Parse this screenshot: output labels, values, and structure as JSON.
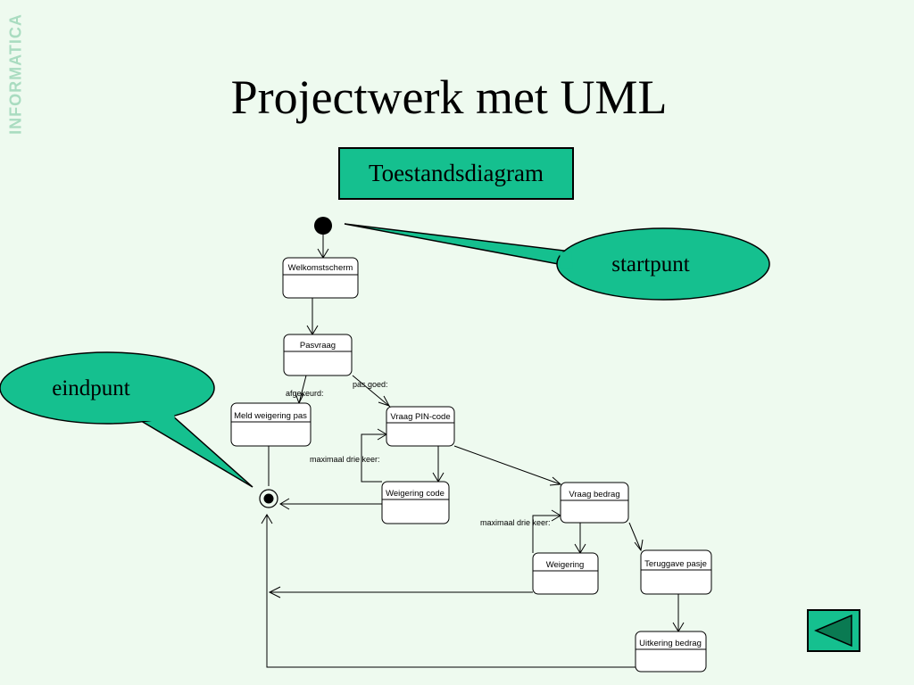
{
  "side_label": "INFORMATICA",
  "title": "Projectwerk met UML",
  "subtitle": "Toestandsdiagram",
  "callouts": {
    "start": "startpunt",
    "end": "eindpunt"
  },
  "states": {
    "welkom": "Welkomstscherm",
    "pasvraag": "Pasvraag",
    "meld": "Meld weigering pas",
    "pin": "Vraag PIN-code",
    "weigcode": "Weigering code",
    "bedrag": "Vraag bedrag",
    "weigering": "Weigering",
    "terug": "Teruggave pasje",
    "uitkering": "Uitkering bedrag"
  },
  "guards": {
    "afgekeurd": "afgekeurd:",
    "pasgoed": "pas goed:",
    "max1": "maximaal drie keer:",
    "max2": "maximaal drie keer:"
  },
  "colors": {
    "background": "#eefaef",
    "accent": "#15c08f",
    "side_label": "#a9dcc0",
    "nav_arrow": "#0a7a52"
  },
  "icons": {
    "back": "left-triangle-icon"
  }
}
